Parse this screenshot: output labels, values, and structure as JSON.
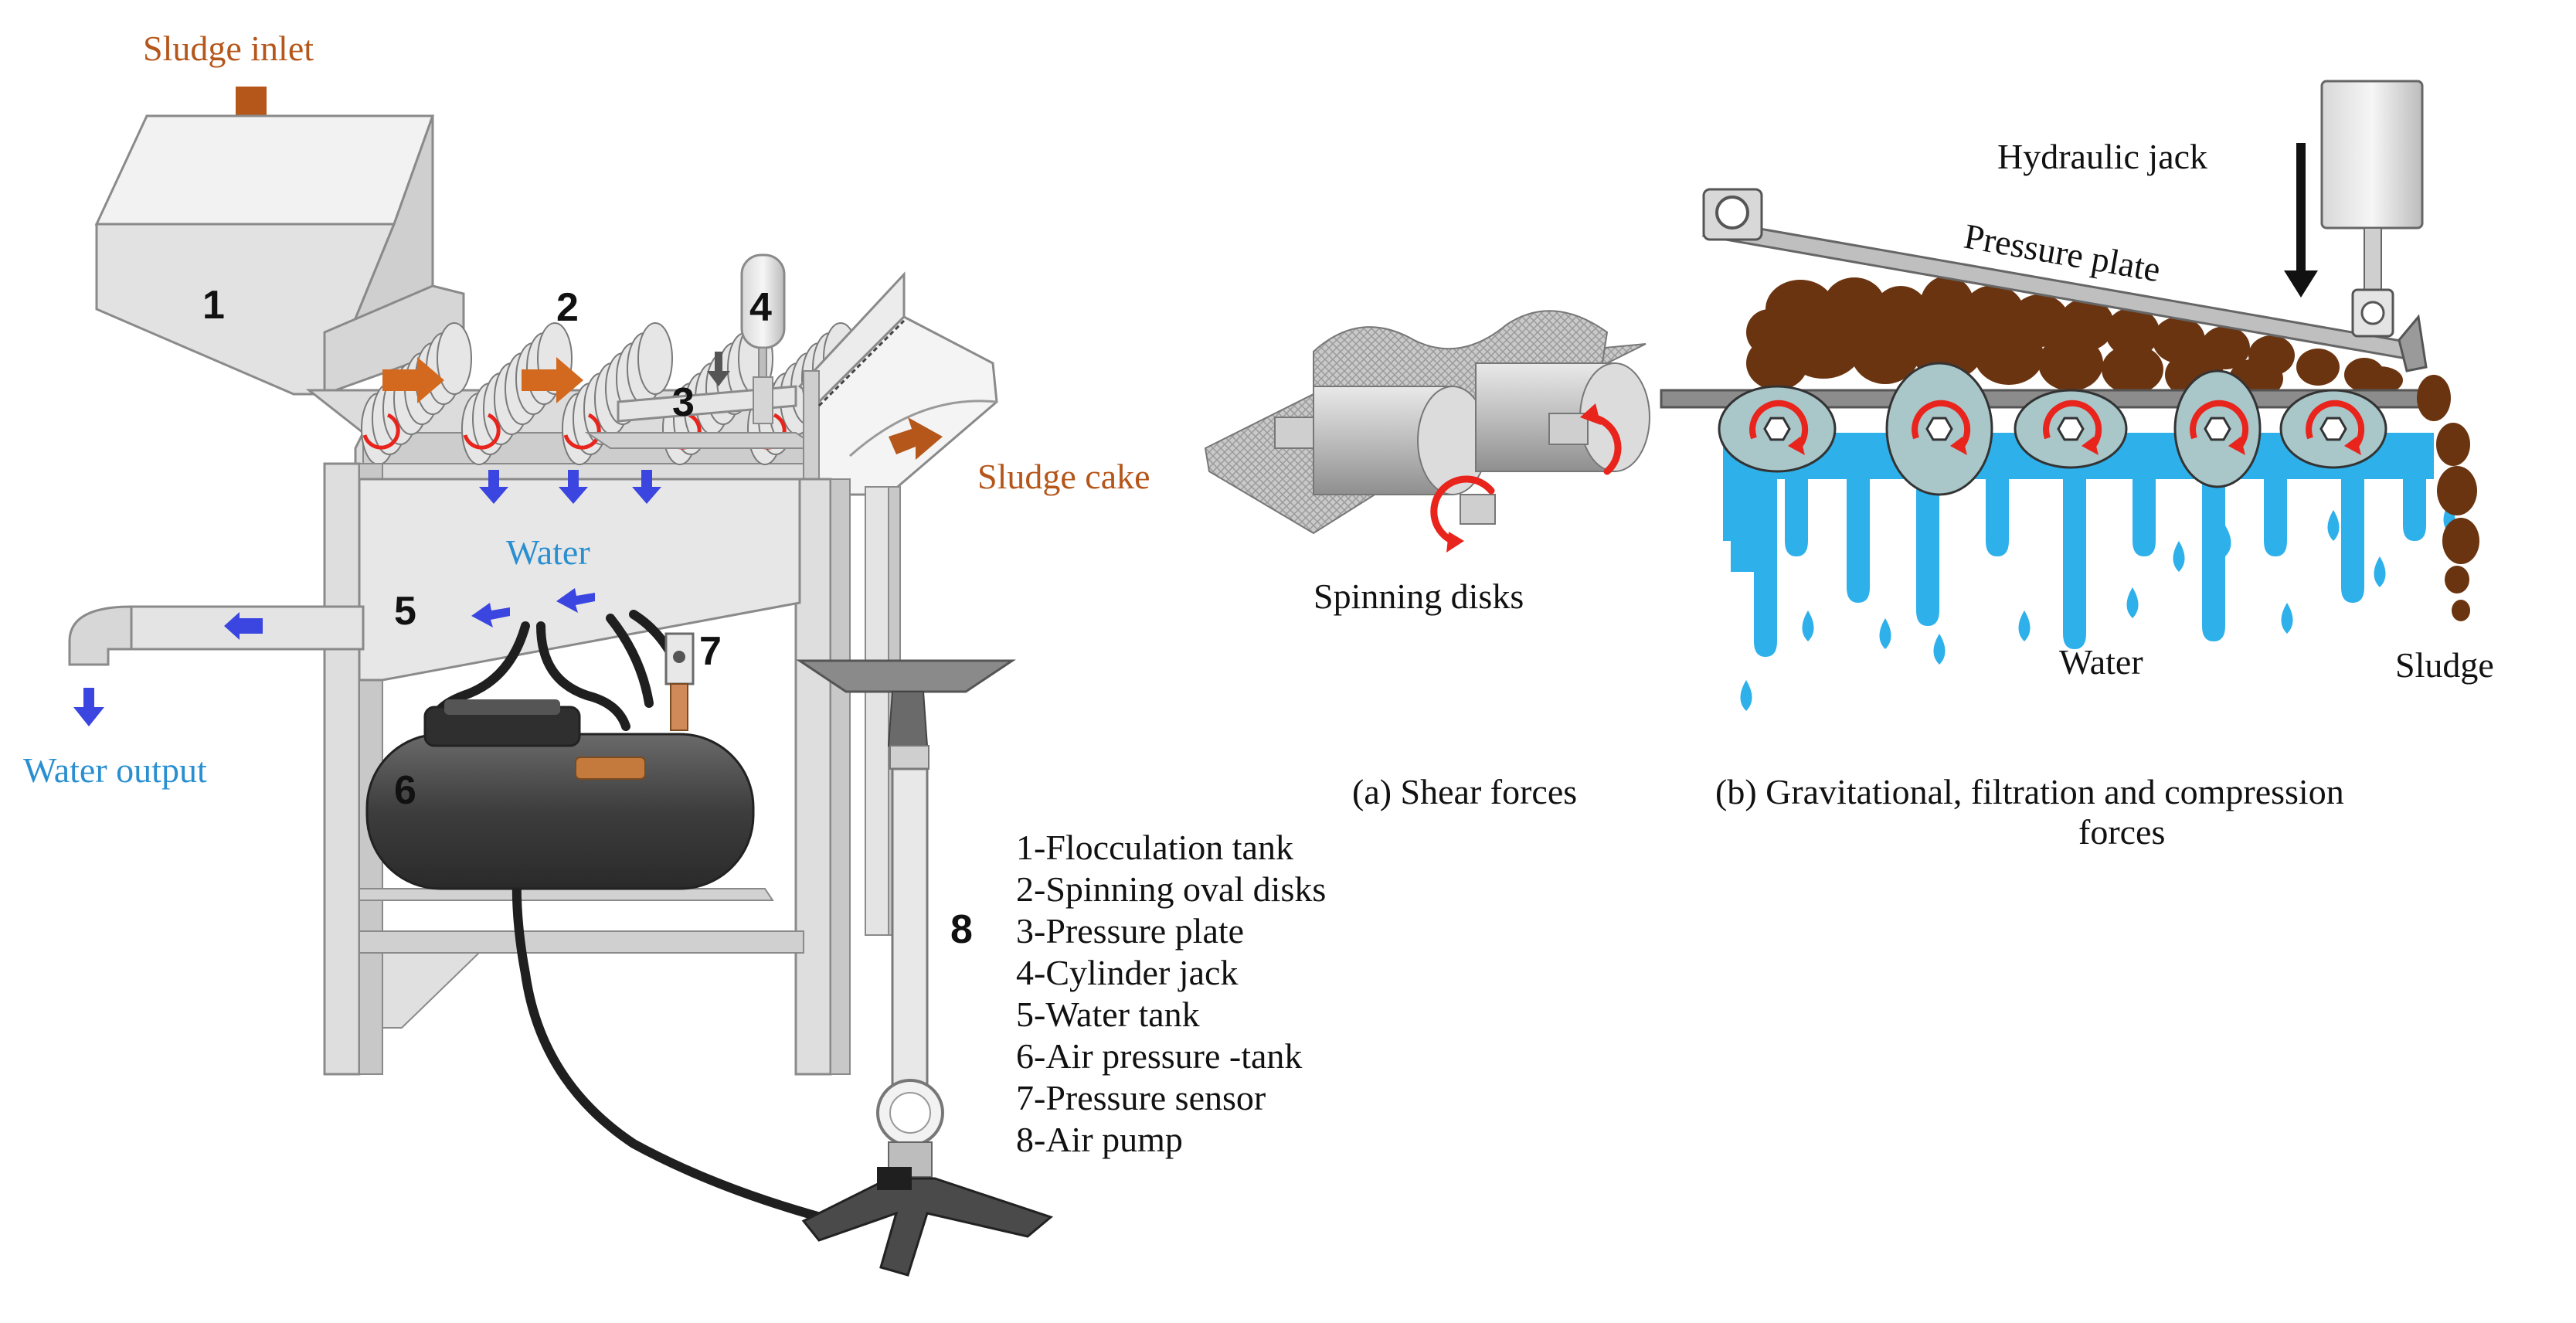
{
  "left_figure": {
    "labels": {
      "sludge_inlet": "Sludge inlet",
      "sludge_cake": "Sludge cake",
      "water": "Water",
      "water_output": "Water output"
    },
    "component_numbers": [
      "1",
      "2",
      "3",
      "4",
      "5",
      "6",
      "7",
      "8"
    ],
    "legend": [
      "1-Flocculation tank",
      "2-Spinning oval disks",
      "3-Pressure plate",
      "4-Cylinder jack",
      "5-Water tank",
      "6-Air pressure -tank",
      "7-Pressure sensor",
      "8-Air pump"
    ]
  },
  "panel_a": {
    "label_spinning_disks": "Spinning disks",
    "caption": "(a) Shear forces"
  },
  "panel_b": {
    "label_hydraulic_jack": "Hydraulic jack",
    "label_pressure_plate": "Pressure plate",
    "label_water": "Water",
    "label_sludge": "Sludge",
    "caption_line1": "(b) Gravitational, filtration and compression",
    "caption_line2": "forces"
  },
  "colors": {
    "sludge_orange": "#b5561a",
    "sludge_text": "#b5561a",
    "water_blue": "#2eb0ea",
    "water_text": "#2a8fd0",
    "arrow_blue": "#3b45e0",
    "rotation_red": "#e8241c",
    "frame_gray": "#d9d9d9",
    "tank_dark": "#4a4a4a",
    "sludge_brown": "#6b3410"
  }
}
